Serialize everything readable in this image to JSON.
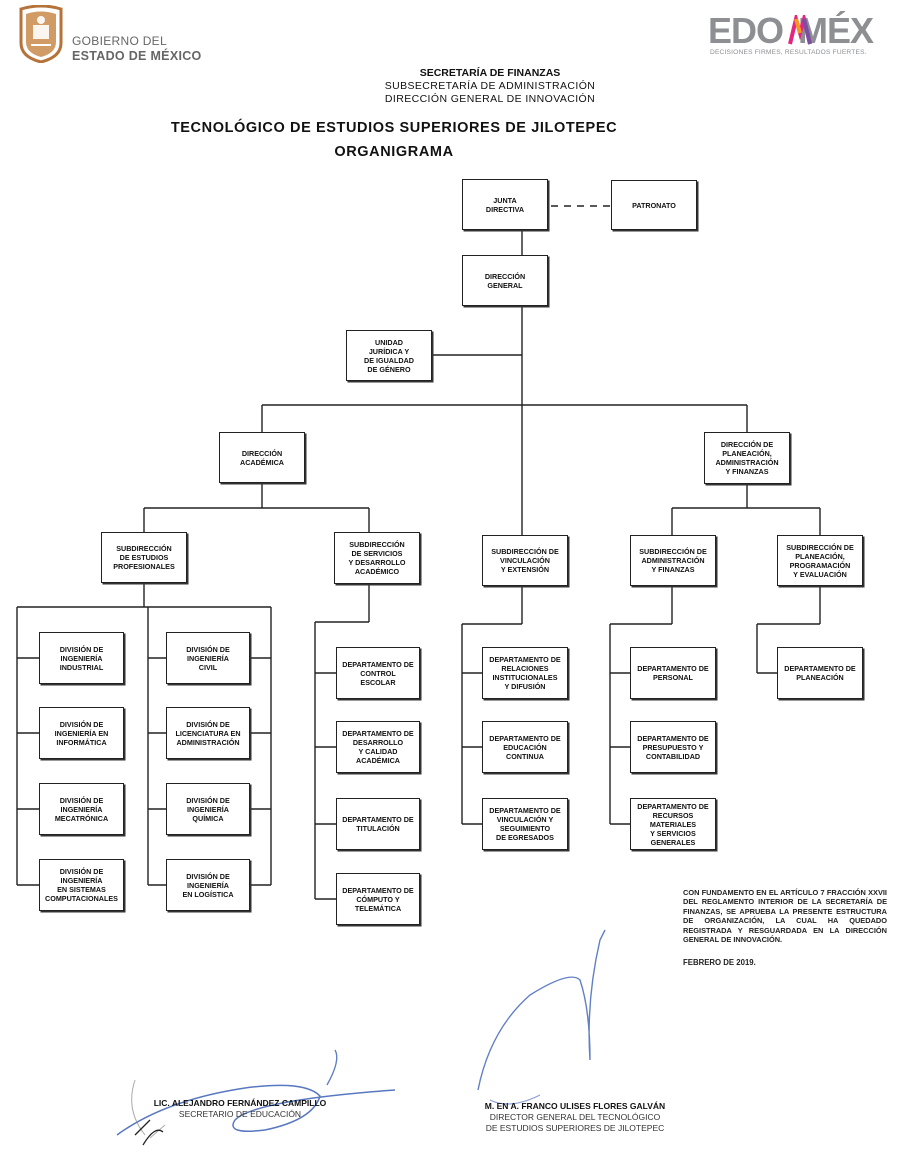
{
  "header": {
    "gov_line1": "GOBIERNO DEL",
    "gov_line2": "ESTADO DE MÉXICO",
    "brand_edo": "EDO",
    "brand_mex": "MÉX",
    "brand_tagline": "DECISIONES FIRMES, RESULTADOS FUERTES.",
    "secretaria": "SECRETARÍA DE FINANZAS",
    "subsecretaria": "SUBSECRETARÍA DE ADMINISTRACIÓN",
    "direccion": "DIRECCIÓN GENERAL DE INNOVACIÓN",
    "title": "TECNOLÓGICO DE ESTUDIOS SUPERIORES DE JILOTEPEC",
    "subtitle": "ORGANIGRAMA"
  },
  "org": {
    "junta": "JUNTA\nDIRECTIVA",
    "patronato": "PATRONATO",
    "direccion_general": "DIRECCIÓN\nGENERAL",
    "unidad_juridica": "UNIDAD\nJURÍDICA Y\nDE IGUALDAD\nDE GÉNERO",
    "direccion_academica": "DIRECCIÓN\nACADÉMICA",
    "direccion_planeacion": "DIRECCIÓN DE\nPLANEACIÓN,\nADMINISTRACIÓN\nY FINANZAS",
    "sub_estudios": "SUBDIRECCIÓN\nDE ESTUDIOS\nPROFESIONALES",
    "sub_servicios": "SUBDIRECCIÓN\nDE SERVICIOS\nY DESARROLLO\nACADÉMICO",
    "sub_vinculacion": "SUBDIRECCIÓN DE\nVINCULACIÓN\nY EXTENSIÓN",
    "sub_administracion": "SUBDIRECCIÓN DE\nADMINISTRACIÓN\nY FINANZAS",
    "sub_planeacion": "SUBDIRECCIÓN DE\nPLANEACIÓN,\nPROGRAMACIÓN\nY EVALUACIÓN",
    "div_industrial": "DIVISIÓN DE\nINGENIERÍA\nINDUSTRIAL",
    "div_civil": "DIVISIÓN DE\nINGENIERÍA\nCIVIL",
    "div_informatica": "DIVISIÓN DE\nINGENIERÍA EN\nINFORMÁTICA",
    "div_administracion": "DIVISIÓN DE\nLICENCIATURA EN\nADMINISTRACIÓN",
    "div_mecatronica": "DIVISIÓN DE\nINGENIERÍA\nMECATRÓNICA",
    "div_quimica": "DIVISIÓN DE\nINGENIERÍA\nQUÍMICA",
    "div_sistemas": "DIVISIÓN DE\nINGENIERÍA\nEN SISTEMAS\nCOMPUTACIONALES",
    "div_logistica": "DIVISIÓN DE\nINGENIERÍA\nEN LOGÍSTICA",
    "dep_control": "DEPARTAMENTO DE\nCONTROL\nESCOLAR",
    "dep_desarrollo": "DEPARTAMENTO DE\nDESARROLLO\nY CALIDAD\nACADÉMICA",
    "dep_titulacion": "DEPARTAMENTO DE\nTITULACIÓN",
    "dep_computo": "DEPARTAMENTO DE\nCÓMPUTO Y\nTELEMÁTICA",
    "dep_relaciones": "DEPARTAMENTO DE\nRELACIONES\nINSTITUCIONALES\nY DIFUSIÓN",
    "dep_educacion": "DEPARTAMENTO DE\nEDUCACIÓN\nCONTINUA",
    "dep_vinculacion": "DEPARTAMENTO DE\nVINCULACIÓN Y\nSEGUIMIENTO\nDE EGRESADOS",
    "dep_personal": "DEPARTAMENTO DE\nPERSONAL",
    "dep_presupuesto": "DEPARTAMENTO DE\nPRESUPUESTO Y\nCONTABILIDAD",
    "dep_recursos": "DEPARTAMENTO DE\nRECURSOS\nMATERIALES\nY SERVICIOS\nGENERALES",
    "dep_planeacion": "DEPARTAMENTO DE\nPLANEACIÓN"
  },
  "note": {
    "text": "CON FUNDAMENTO EN EL ARTÍCULO 7 FRACCIÓN XXVII DEL REGLAMENTO INTERIOR DE LA SECRETARÍA DE FINANZAS, SE APRUEBA LA PRESENTE ESTRUCTURA DE ORGANIZACIÓN, LA CUAL HA QUEDADO REGISTRADA Y RESGUARDADA EN LA DIRECCIÓN GENERAL DE INNOVACIÓN.",
    "date": "FEBRERO DE 2019."
  },
  "signatures": {
    "left_name": "LIC. ALEJANDRO FERNÁNDEZ CAMPILLO",
    "left_role": "SECRETARIO DE EDUCACIÓN",
    "right_name": "M. EN A. FRANCO ULISES FLORES GALVÁN",
    "right_role_1": "DIRECTOR GENERAL DEL TECNOLÓGICO",
    "right_role_2": "DE ESTUDIOS SUPERIORES DE JILOTEPEC"
  },
  "colors": {
    "gov_logo": "#b5733a",
    "edomex_gray": "#8d8f93",
    "edomex_pink": "#e3267f",
    "edomex_orange": "#f29a1f",
    "edomex_purple": "#7b4ea3",
    "signature_ink": "#3a5fb5"
  }
}
